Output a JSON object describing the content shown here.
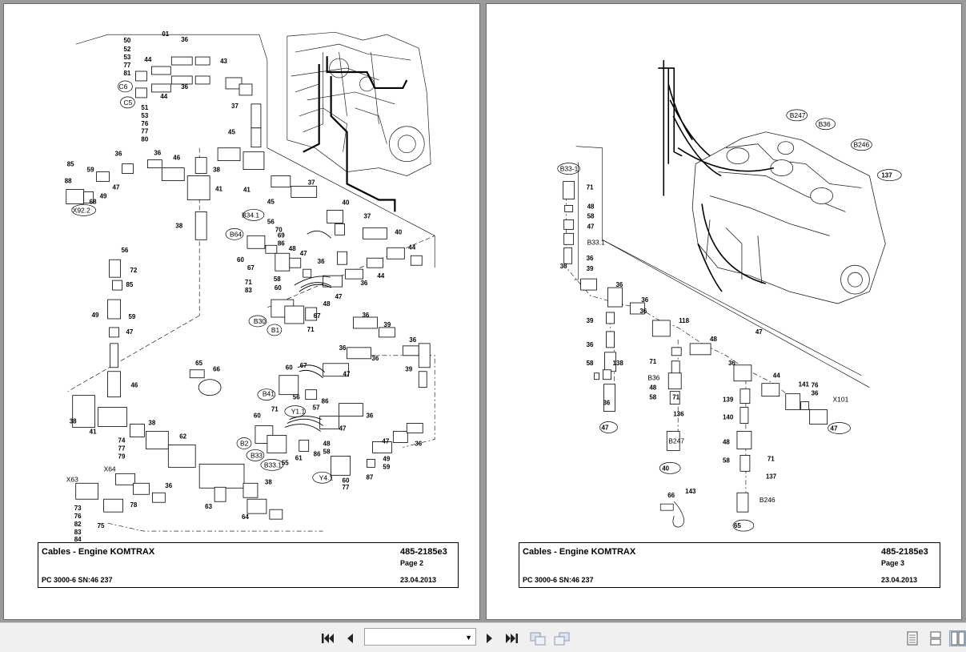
{
  "pages": [
    {
      "title": "Cables - Engine KOMTRAX",
      "doc_number": "485-2185e3",
      "page_label": "Page 2",
      "model": "PC 3000-6 SN:46 237",
      "date": "23.04.2013"
    },
    {
      "title": "Cables - Engine KOMTRAX",
      "doc_number": "485-2185e3",
      "page_label": "Page 3",
      "model": "PC 3000-6 SN:46 237",
      "date": "23.04.2013"
    }
  ],
  "page1_labels": [
    "01",
    "36",
    "50",
    "52",
    "53",
    "77",
    "81",
    "44",
    "43",
    "C6",
    "C5",
    "44",
    "51",
    "53",
    "76",
    "77",
    "80",
    "36",
    "37",
    "45",
    "85",
    "59",
    "88",
    "68",
    "49",
    "47",
    "X92.2",
    "36",
    "36",
    "46",
    "38",
    "41",
    "41",
    "37",
    "45",
    "40",
    "37",
    "38",
    "B34.1",
    "56",
    "70",
    "69",
    "86",
    "B64",
    "60",
    "48",
    "67",
    "47",
    "71",
    "58",
    "83",
    "36",
    "36",
    "44",
    "40",
    "44",
    "56",
    "72",
    "85",
    "49",
    "59",
    "47",
    "60",
    "48",
    "47",
    "67",
    "B30",
    "B1",
    "71",
    "36",
    "39",
    "36",
    "36",
    "39",
    "46",
    "36",
    "65",
    "66",
    "67",
    "60",
    "47",
    "B41",
    "56",
    "86",
    "57",
    "36",
    "71",
    "Y1.1",
    "38",
    "41",
    "74",
    "77",
    "79",
    "38",
    "62",
    "60",
    "47",
    "B2",
    "48",
    "58",
    "B33",
    "61",
    "55",
    "86",
    "B33.1",
    "49",
    "47",
    "36",
    "Y4.1",
    "60",
    "77",
    "59",
    "87",
    "X64",
    "X63",
    "78",
    "36",
    "38",
    "63",
    "64",
    "73",
    "76",
    "82",
    "83",
    "84",
    "75"
  ],
  "page2_labels": [
    "B247",
    "B36",
    "B246",
    "B33-1",
    "137",
    "71",
    "48",
    "58",
    "47",
    "B33.1",
    "36",
    "36",
    "39",
    "36",
    "36",
    "36",
    "39",
    "118",
    "47",
    "36",
    "48",
    "58",
    "71",
    "138",
    "B36",
    "36",
    "47",
    "48",
    "58",
    "71",
    "136",
    "B247",
    "40",
    "36",
    "44",
    "139",
    "140",
    "141",
    "76",
    "36",
    "X101",
    "47",
    "48",
    "58",
    "71",
    "137",
    "B246",
    "65",
    "66",
    "143"
  ],
  "toolbar": {
    "first_page_icon": "first-page-icon",
    "prev_page_icon": "previous-page-icon",
    "page_selector_value": "",
    "next_page_icon": "next-page-icon",
    "last_page_icon": "last-page-icon",
    "view_icons": [
      "single-page-icon",
      "continuous-page-icon",
      "facing-pages-icon"
    ]
  }
}
